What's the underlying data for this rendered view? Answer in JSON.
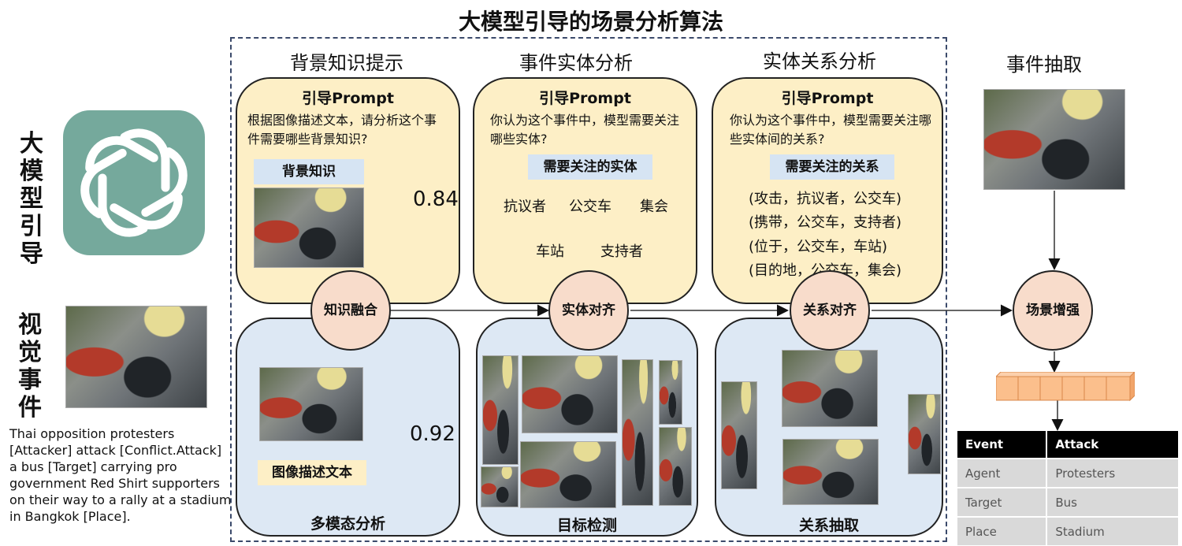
{
  "title": "大模型引导的场景分析算法",
  "columns": {
    "background": "背景知识提示",
    "entity": "事件实体分析",
    "relation": "实体关系分析",
    "extraction": "事件抽取"
  },
  "left": {
    "llm_label": "大模型引导",
    "visual_label": "视觉事件",
    "caption": "Thai opposition protesters [Attacker] attack [Conflict.Attack] a bus [Target] carrying pro government Red Shirt supporters on their way to a rally at a stadium in Bangkok [Place]."
  },
  "cards": {
    "knowledge": {
      "head": "引导Prompt",
      "prompt": "根据图像描述文本，请分析这个事件需要哪些背景知识?",
      "label": "背景知识",
      "score": "0.84"
    },
    "entity": {
      "head": "引导Prompt",
      "prompt": "你认为这个事件中，模型需要关注哪些实体?",
      "label": "需要关注的实体",
      "items": [
        "抗议者",
        "公交车",
        "集会",
        "车站",
        "支持者"
      ]
    },
    "relation": {
      "head": "引导Prompt",
      "prompt": "你认为这个事件中，模型需要关注哪些实体间的关系?",
      "label": "需要关注的关系",
      "items": [
        "(攻击，抗议者，公交车)",
        "(携带，公交车，支持者)",
        "(位于，公交车，车站)",
        "(目的地，公交车，集会)"
      ]
    },
    "multimodal": {
      "label": "图像描述文本",
      "score": "0.92",
      "footer": "多模态分析"
    },
    "detection": {
      "footer": "目标检测"
    },
    "rel_extract": {
      "footer": "关系抽取"
    }
  },
  "circles": {
    "fusion": "知识融合",
    "entity_align": "实体对齐",
    "relation_align": "关系对齐",
    "scene": "场景增强"
  },
  "table": {
    "header": [
      "Event",
      "Attack"
    ],
    "rows": [
      [
        "Agent",
        "Protesters"
      ],
      [
        "Target",
        "Bus"
      ],
      [
        "Place",
        "Stadium"
      ]
    ]
  },
  "colors": {
    "logo": "#75a99c",
    "yellow_card": "#fdefc6",
    "blue_card": "#dde8f4",
    "circle": "#f8dccb",
    "vector": "#fbbf8c"
  },
  "icons": {
    "logo": "openai-logo-icon"
  }
}
